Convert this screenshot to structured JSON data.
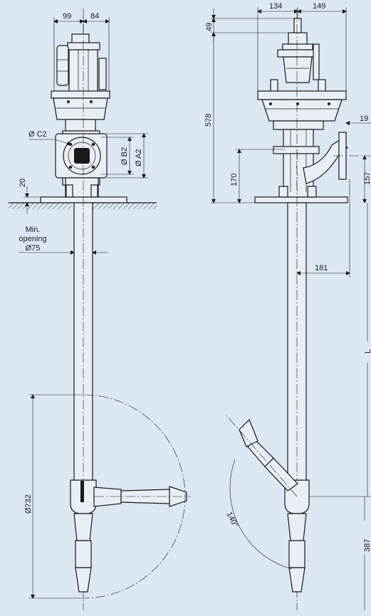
{
  "dimensions": {
    "left_top_width_a": "99",
    "left_top_width_b": "84",
    "right_top_width_a": "134",
    "right_top_width_b": "149",
    "upper_height": "49",
    "total_height": "578",
    "outlet_height": "170",
    "outlet_offset": "19",
    "outlet_center": "157",
    "outlet_reach": "181",
    "length_label": "L",
    "lower_length": "387",
    "swing_length": "Ø732",
    "swing_angle": "140°",
    "flange_c2": "Ø C2",
    "flange_b2": "Ø B2",
    "flange_a2": "Ø A2",
    "mount_thickness": "20"
  },
  "notes": {
    "opening_line1": "Min.",
    "opening_line2": "opening",
    "opening_diameter": "Ø75"
  },
  "colors": {
    "background": "#dbe7f3",
    "line": "#1a1a1a",
    "fill": "#e9eef4"
  }
}
